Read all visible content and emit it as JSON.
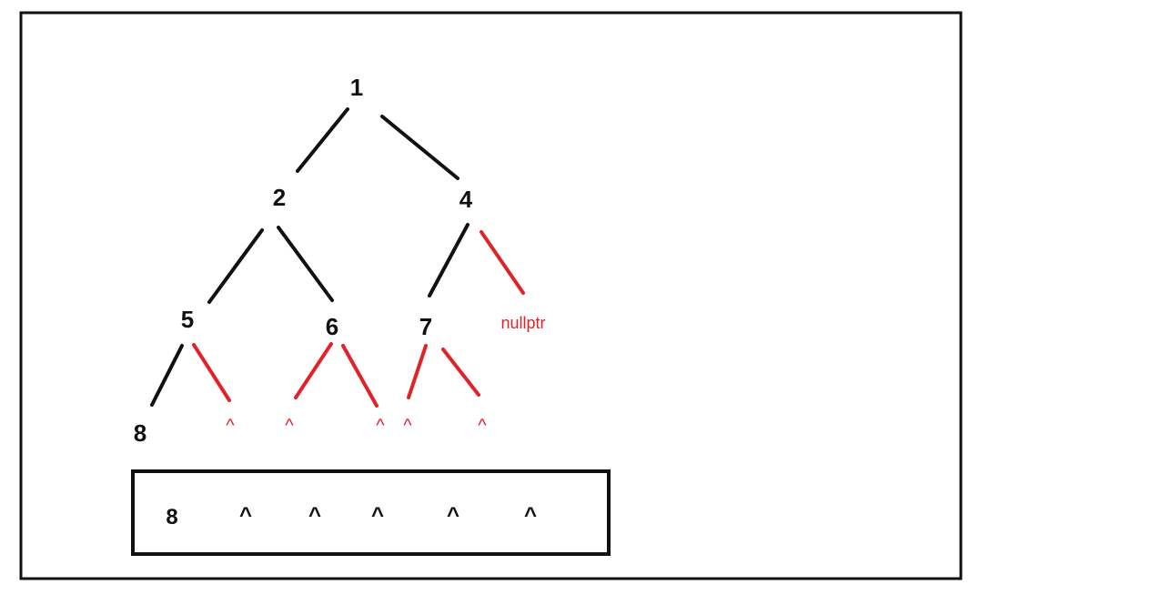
{
  "colors": {
    "tree_edge": "#111111",
    "null_edge": "#e0222b",
    "null_text": "#e0222b",
    "node_text": "#111111",
    "frame": "#111111"
  },
  "tree": {
    "nodes": [
      {
        "id": "n1",
        "label": "1"
      },
      {
        "id": "n2",
        "label": "2"
      },
      {
        "id": "n4",
        "label": "4"
      },
      {
        "id": "n5",
        "label": "5"
      },
      {
        "id": "n6",
        "label": "6"
      },
      {
        "id": "n7",
        "label": "7"
      },
      {
        "id": "n8",
        "label": "8"
      }
    ],
    "null_markers": [
      {
        "id": "null-4-right",
        "label": "nullptr"
      },
      {
        "id": "null-5-right",
        "label": "^"
      },
      {
        "id": "null-6-left",
        "label": "^"
      },
      {
        "id": "null-6-right",
        "label": "^"
      },
      {
        "id": "null-7-left",
        "label": "^"
      },
      {
        "id": "null-7-right",
        "label": "^"
      }
    ]
  },
  "queue": {
    "items": [
      "8",
      "^",
      "^",
      "^",
      "^",
      "^"
    ]
  }
}
